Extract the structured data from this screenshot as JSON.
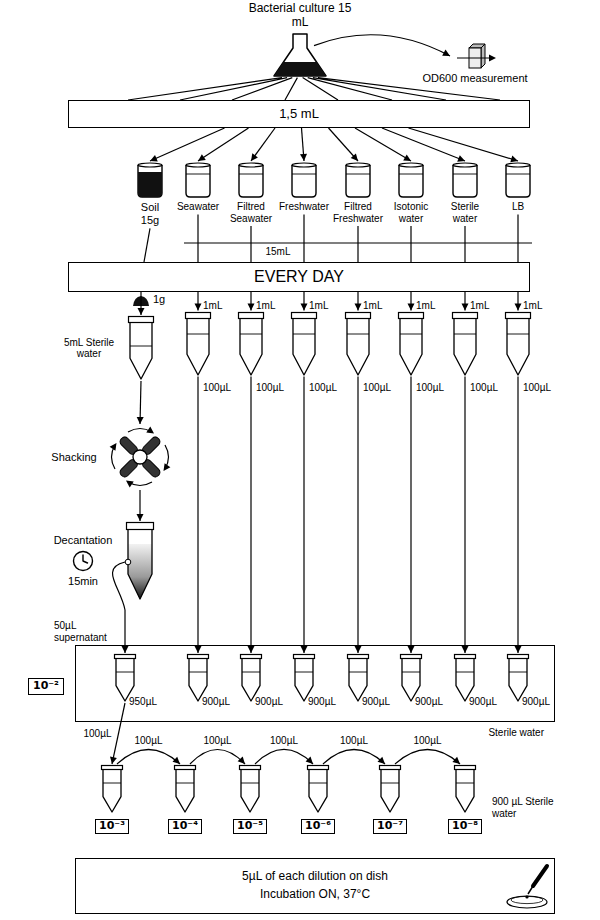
{
  "diagram": {
    "nodes": [
      {
        "text": [
          "Bacterial culture 15 mL"
        ]
      },
      {
        "text": [
          "OD600 measurement"
        ]
      },
      {
        "text": [
          "1,5 mL"
        ]
      },
      {
        "text": [
          "Soil 15g"
        ]
      },
      {
        "text": [
          "Seawater"
        ]
      },
      {
        "text": [
          "Filtred Seawater"
        ]
      },
      {
        "text": [
          "Freshwater"
        ]
      },
      {
        "text": [
          "Filtred Freshwater"
        ]
      },
      {
        "text": [
          "Isotonic water"
        ]
      },
      {
        "text": [
          "Sterile water"
        ]
      },
      {
        "text": [
          "LB"
        ]
      },
      {
        "text": [
          "EVERY DAY"
        ]
      },
      {
        "text": [
          "5mL Sterile water"
        ]
      },
      {
        "text": [
          "1mL"
        ]
      },
      {
        "text": [
          "1mL"
        ]
      },
      {
        "text": [
          "1mL"
        ]
      },
      {
        "text": [
          "1mL"
        ]
      },
      {
        "text": [
          "1mL"
        ]
      },
      {
        "text": [
          "1mL"
        ]
      },
      {
        "text": [
          "1mL"
        ]
      },
      {
        "text": [
          "Shacking"
        ]
      },
      {
        "text": [
          "Decantation",
          "15min"
        ]
      },
      {
        "text": [
          "10⁻²"
        ]
      },
      {
        "text": [
          "Sterile water"
        ]
      },
      {
        "text": [
          "950µL"
        ],
        "in": 23
      },
      {
        "text": [
          "900µL"
        ],
        "in": 23
      },
      {
        "text": [
          "900µL"
        ],
        "in": 23
      },
      {
        "text": [
          "900µL"
        ],
        "in": 23
      },
      {
        "text": [
          "900µL"
        ],
        "in": 23
      },
      {
        "text": [
          "900µL"
        ],
        "in": 23
      },
      {
        "text": [
          "900µL"
        ],
        "in": 23
      },
      {
        "text": [
          "900µL"
        ],
        "in": 23
      },
      {
        "text": [
          "10⁻³"
        ]
      },
      {
        "text": [
          "10⁻⁴"
        ]
      },
      {
        "text": [
          "10⁻⁵"
        ]
      },
      {
        "text": [
          "10⁻⁶"
        ]
      },
      {
        "text": [
          "10⁻⁷"
        ]
      },
      {
        "text": [
          "10⁻⁸"
        ]
      },
      {
        "text": [
          "5µL of each dilution on dish",
          "Incubation ON, 37°C"
        ]
      }
    ],
    "edges": [
      {
        "from": 0,
        "to": 1,
        "arrow": "to"
      },
      {
        "from": 0,
        "to": 2,
        "arrow": "none"
      },
      {
        "from": 2,
        "to": 3,
        "arrow": "to"
      },
      {
        "from": 2,
        "to": 4,
        "arrow": "to"
      },
      {
        "from": 2,
        "to": 5,
        "arrow": "to"
      },
      {
        "from": 2,
        "to": 6,
        "arrow": "to"
      },
      {
        "from": 2,
        "to": 7,
        "arrow": "to"
      },
      {
        "from": 2,
        "to": 8,
        "arrow": "to"
      },
      {
        "from": 2,
        "to": 9,
        "arrow": "to"
      },
      {
        "from": 2,
        "to": 10,
        "arrow": "to"
      },
      {
        "from": 3,
        "to": 11,
        "arrow": "none"
      },
      {
        "from": 4,
        "to": 11,
        "arrow": "none"
      },
      {
        "from": 5,
        "to": 11,
        "arrow": "none"
      },
      {
        "from": 6,
        "to": 11,
        "arrow": "none"
      },
      {
        "from": 7,
        "to": 11,
        "arrow": "none"
      },
      {
        "from": 8,
        "to": 11,
        "arrow": "none"
      },
      {
        "from": 9,
        "to": 11,
        "arrow": "none"
      },
      {
        "from": 10,
        "to": 11,
        "arrow": "none"
      },
      {
        "from": 11,
        "to": 12,
        "arrow": "to"
      },
      {
        "from": 11,
        "to": 13,
        "arrow": "to"
      },
      {
        "from": 11,
        "to": 14,
        "arrow": "to"
      },
      {
        "from": 11,
        "to": 15,
        "arrow": "to"
      },
      {
        "from": 11,
        "to": 16,
        "arrow": "to"
      },
      {
        "from": 11,
        "to": 17,
        "arrow": "to"
      },
      {
        "from": 11,
        "to": 18,
        "arrow": "to"
      },
      {
        "from": 11,
        "to": 19,
        "arrow": "to"
      },
      {
        "from": 12,
        "to": 20,
        "arrow": "to"
      },
      {
        "from": 20,
        "to": 21,
        "arrow": "to"
      },
      {
        "from": 21,
        "to": 24,
        "arrow": "to",
        "label": "50µL supernatant"
      },
      {
        "from": 13,
        "to": 25,
        "arrow": "to",
        "label": "100µL"
      },
      {
        "from": 14,
        "to": 26,
        "arrow": "to",
        "label": "100µL"
      },
      {
        "from": 15,
        "to": 27,
        "arrow": "to",
        "label": "100µL"
      },
      {
        "from": 16,
        "to": 28,
        "arrow": "to",
        "label": "100µL"
      },
      {
        "from": 17,
        "to": 29,
        "arrow": "to",
        "label": "100µL"
      },
      {
        "from": 18,
        "to": 30,
        "arrow": "to",
        "label": "100µL"
      },
      {
        "from": 19,
        "to": 31,
        "arrow": "to",
        "label": "100µL"
      },
      {
        "from": 24,
        "to": 32,
        "arrow": "to",
        "label": "100µL"
      },
      {
        "from": 32,
        "to": 33,
        "arrow": "to",
        "label": "100µL"
      },
      {
        "from": 33,
        "to": 34,
        "arrow": "to",
        "label": "100µL"
      },
      {
        "from": 34,
        "to": 35,
        "arrow": "to",
        "label": "100µL"
      },
      {
        "from": 35,
        "to": 36,
        "arrow": "to",
        "label": "100µL"
      },
      {
        "from": 36,
        "to": 37,
        "arrow": "to",
        "label": "100µL"
      }
    ],
    "labels": [
      "15mL",
      "1g",
      "900 µL Sterile water"
    ]
  }
}
